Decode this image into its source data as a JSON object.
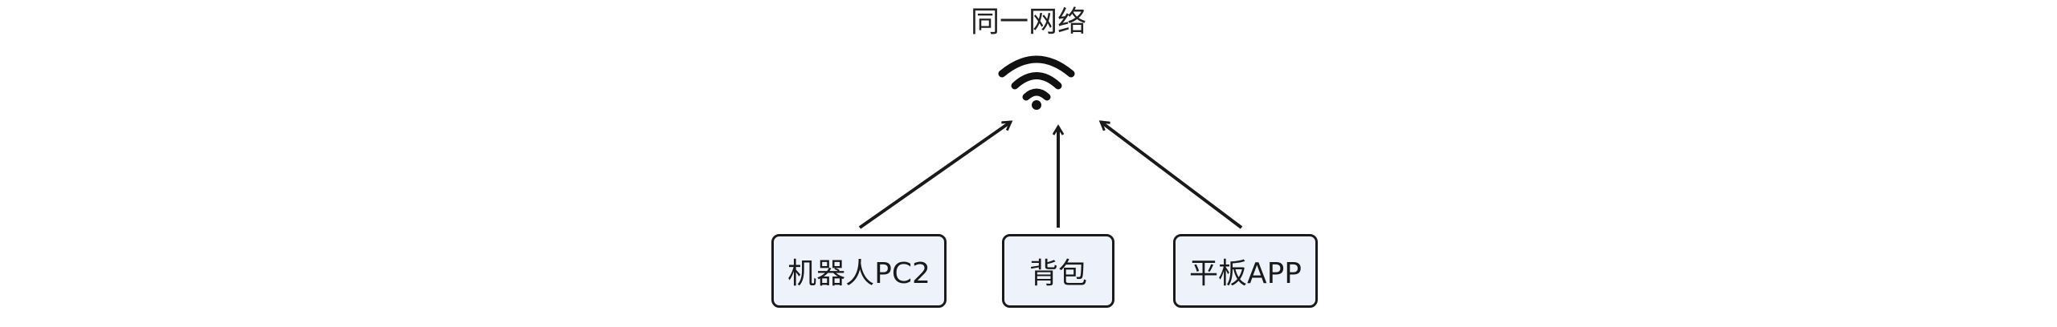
{
  "network": {
    "label": "同一网络",
    "icon": "wifi-icon"
  },
  "nodes": [
    {
      "label": "机器人PC2"
    },
    {
      "label": "背包"
    },
    {
      "label": "平板APP"
    }
  ],
  "colors": {
    "stroke": "#1a1a1a",
    "node_fill": "#eef2fb",
    "background": "#ffffff"
  }
}
